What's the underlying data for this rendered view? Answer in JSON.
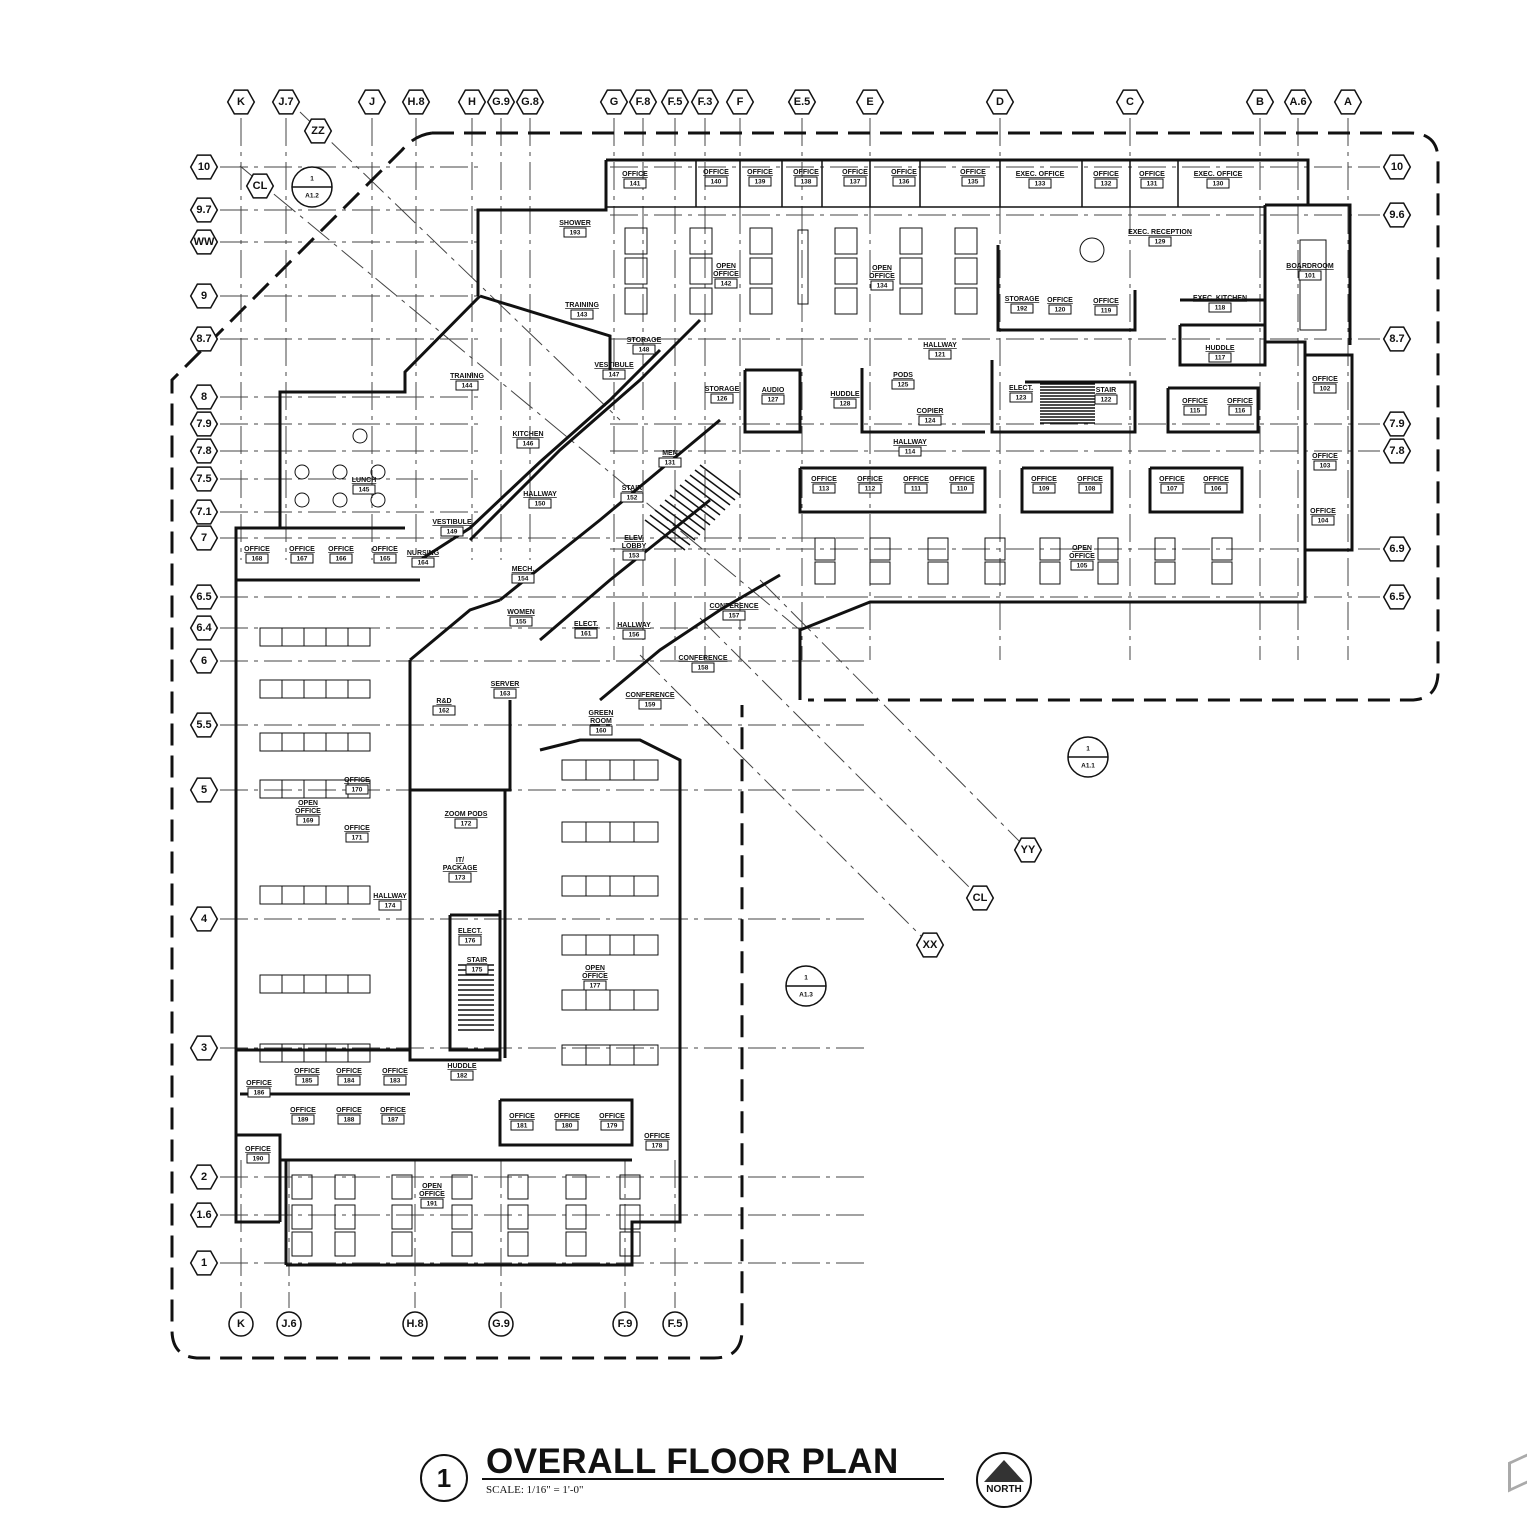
{
  "title": {
    "number": "1",
    "text": "OVERALL FLOOR PLAN",
    "scale": "SCALE:  1/16\" = 1'-0\""
  },
  "north_label": "NORTH",
  "grid_top": [
    "K",
    "J.7",
    "J",
    "H.8",
    "H",
    "G.9",
    "G.8",
    "G",
    "F.8",
    "F.5",
    "F.3",
    "F",
    "E.5",
    "E",
    "D",
    "C",
    "B",
    "A.6",
    "A"
  ],
  "grid_bottom": [
    "K",
    "J.6",
    "H.8",
    "G.9",
    "F.9",
    "F.5"
  ],
  "grid_left": [
    "10",
    "9.7",
    "WW",
    "9",
    "8.7",
    "8",
    "7.9",
    "7.8",
    "7.5",
    "7.1",
    "7",
    "6.5",
    "6.4",
    "6",
    "5.5",
    "5",
    "4",
    "3",
    "2",
    "1.6",
    "1"
  ],
  "grid_right": [
    "10",
    "9.6",
    "8.7",
    "7.9",
    "7.8",
    "6.9",
    "6.5"
  ],
  "grid_diagonal": [
    "ZZ",
    "CL",
    "YY",
    "CL",
    "XX"
  ],
  "section_refs": [
    {
      "num": "1",
      "sheet": "A1.2"
    },
    {
      "num": "1",
      "sheet": "A1.1"
    },
    {
      "num": "1",
      "sheet": "A1.3"
    }
  ],
  "rooms": [
    {
      "name": "OFFICE",
      "num": "141"
    },
    {
      "name": "OFFICE",
      "num": "140"
    },
    {
      "name": "OFFICE",
      "num": "139"
    },
    {
      "name": "OFFICE",
      "num": "138"
    },
    {
      "name": "OFFICE",
      "num": "137"
    },
    {
      "name": "OFFICE",
      "num": "136"
    },
    {
      "name": "OFFICE",
      "num": "135"
    },
    {
      "name": "EXEC. OFFICE",
      "num": "133"
    },
    {
      "name": "OFFICE",
      "num": "132"
    },
    {
      "name": "OFFICE",
      "num": "131"
    },
    {
      "name": "EXEC. OFFICE",
      "num": "130"
    },
    {
      "name": "SHOWER",
      "num": "193"
    },
    {
      "name": "OPEN OFFICE",
      "num": "142"
    },
    {
      "name": "OPEN OFFICE",
      "num": "134"
    },
    {
      "name": "EXEC. RECEPTION",
      "num": "129"
    },
    {
      "name": "BOARDROOM",
      "num": "101"
    },
    {
      "name": "TRAINING",
      "num": "143"
    },
    {
      "name": "STORAGE",
      "num": "192"
    },
    {
      "name": "OFFICE",
      "num": "120"
    },
    {
      "name": "OFFICE",
      "num": "119"
    },
    {
      "name": "EXEC. KITCHEN",
      "num": "118"
    },
    {
      "name": "STORAGE",
      "num": "148"
    },
    {
      "name": "HALLWAY",
      "num": "121"
    },
    {
      "name": "HUDDLE",
      "num": "117"
    },
    {
      "name": "TRAINING",
      "num": "144"
    },
    {
      "name": "VESTIBULE",
      "num": "147"
    },
    {
      "name": "STORAGE",
      "num": "126"
    },
    {
      "name": "AUDIO",
      "num": "127"
    },
    {
      "name": "HUDDLE",
      "num": "128"
    },
    {
      "name": "PODS",
      "num": "125"
    },
    {
      "name": "ELECT.",
      "num": "123"
    },
    {
      "name": "STAIR",
      "num": "122"
    },
    {
      "name": "OFFICE",
      "num": "102"
    },
    {
      "name": "COPIER",
      "num": "124"
    },
    {
      "name": "OFFICE",
      "num": "115"
    },
    {
      "name": "OFFICE",
      "num": "116"
    },
    {
      "name": "KITCHEN",
      "num": "146"
    },
    {
      "name": "MEN",
      "num": "131"
    },
    {
      "name": "HALLWAY",
      "num": "114"
    },
    {
      "name": "OFFICE",
      "num": "103"
    },
    {
      "name": "LUNCH",
      "num": "145"
    },
    {
      "name": "STAIR",
      "num": "152"
    },
    {
      "name": "OFFICE",
      "num": "113"
    },
    {
      "name": "OFFICE",
      "num": "112"
    },
    {
      "name": "OFFICE",
      "num": "111"
    },
    {
      "name": "OFFICE",
      "num": "110"
    },
    {
      "name": "OFFICE",
      "num": "109"
    },
    {
      "name": "OFFICE",
      "num": "108"
    },
    {
      "name": "OFFICE",
      "num": "107"
    },
    {
      "name": "OFFICE",
      "num": "106"
    },
    {
      "name": "HALLWAY",
      "num": "150"
    },
    {
      "name": "OFFICE",
      "num": "104"
    },
    {
      "name": "VESTIBULE",
      "num": "149"
    },
    {
      "name": "ELEV. LOBBY",
      "num": "153"
    },
    {
      "name": "OPEN OFFICE",
      "num": "105"
    },
    {
      "name": "OFFICE",
      "num": "168"
    },
    {
      "name": "OFFICE",
      "num": "167"
    },
    {
      "name": "OFFICE",
      "num": "166"
    },
    {
      "name": "OFFICE",
      "num": "165"
    },
    {
      "name": "NURSING",
      "num": "164"
    },
    {
      "name": "MECH.",
      "num": "154"
    },
    {
      "name": "CONFERENCE",
      "num": "157"
    },
    {
      "name": "WOMEN",
      "num": "155"
    },
    {
      "name": "ELECT.",
      "num": "161"
    },
    {
      "name": "HALLWAY",
      "num": "156"
    },
    {
      "name": "CONFERENCE",
      "num": "158"
    },
    {
      "name": "SERVER",
      "num": "163"
    },
    {
      "name": "R&D",
      "num": "162"
    },
    {
      "name": "CONFERENCE",
      "num": "159"
    },
    {
      "name": "GREEN ROOM",
      "num": "160"
    },
    {
      "name": "OFFICE",
      "num": "170"
    },
    {
      "name": "OPEN OFFICE",
      "num": "169"
    },
    {
      "name": "OFFICE",
      "num": "171"
    },
    {
      "name": "ZOOM PODS",
      "num": "172"
    },
    {
      "name": "IT/ PACKAGE",
      "num": "173"
    },
    {
      "name": "HALLWAY",
      "num": "174"
    },
    {
      "name": "ELECT.",
      "num": "176"
    },
    {
      "name": "STAIR",
      "num": "175"
    },
    {
      "name": "OPEN OFFICE",
      "num": "177"
    },
    {
      "name": "HUDDLE",
      "num": "182"
    },
    {
      "name": "OFFICE",
      "num": "186"
    },
    {
      "name": "OFFICE",
      "num": "185"
    },
    {
      "name": "OFFICE",
      "num": "184"
    },
    {
      "name": "OFFICE",
      "num": "183"
    },
    {
      "name": "OFFICE",
      "num": "189"
    },
    {
      "name": "OFFICE",
      "num": "188"
    },
    {
      "name": "OFFICE",
      "num": "187"
    },
    {
      "name": "OFFICE",
      "num": "181"
    },
    {
      "name": "OFFICE",
      "num": "180"
    },
    {
      "name": "OFFICE",
      "num": "179"
    },
    {
      "name": "OFFICE",
      "num": "178"
    },
    {
      "name": "OFFICE",
      "num": "190"
    },
    {
      "name": "OPEN OFFICE",
      "num": "191"
    }
  ]
}
